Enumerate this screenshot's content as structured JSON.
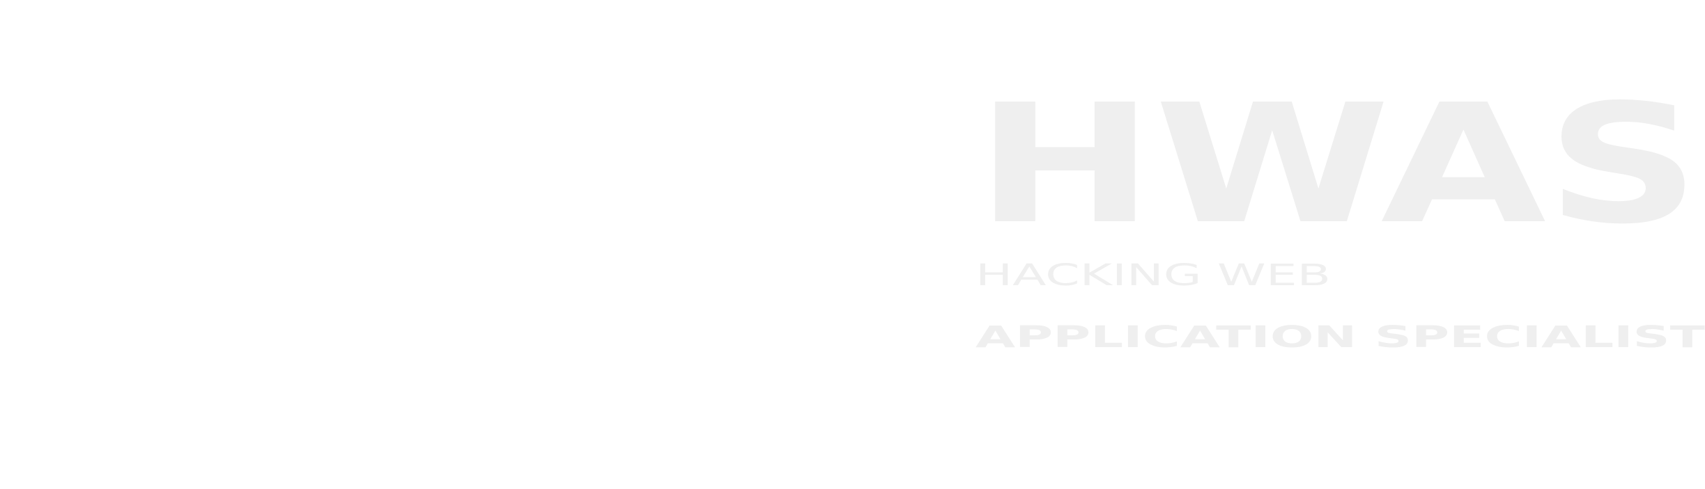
{
  "logo": {
    "wordmark": "HWAS",
    "tagline": "HACKING WEB",
    "subtitle": "APPLICATION SPECIALIST"
  },
  "colors": {
    "background": "#ffffff",
    "logo_fill": "#efefef"
  }
}
